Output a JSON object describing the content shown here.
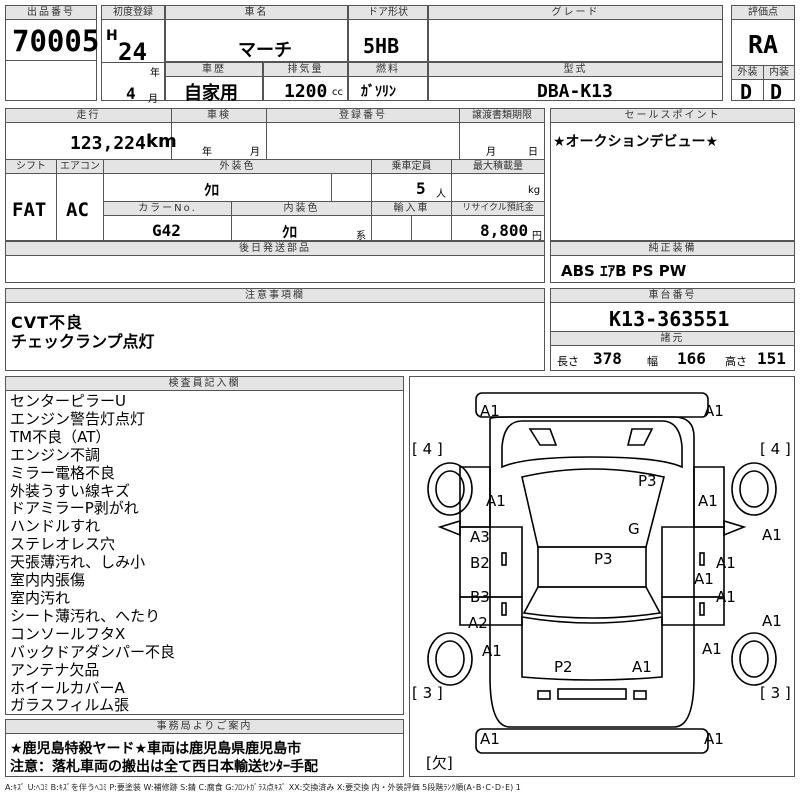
{
  "lot": {
    "label": "出品番号",
    "value": "70005"
  },
  "first_reg": {
    "label": "初度登録",
    "era": "H",
    "year": "24",
    "year_unit": "年",
    "month": "4",
    "month_unit": "月"
  },
  "car_name": {
    "label": "車名",
    "value": "マーチ"
  },
  "door": {
    "label": "ドア形状",
    "value": "5HB"
  },
  "grade": {
    "label": "グレード",
    "value": ""
  },
  "rating": {
    "label": "評価点",
    "value": "RA",
    "ext_label": "外装",
    "int_label": "内装",
    "ext": "D",
    "int": "D"
  },
  "history": {
    "label": "車歴",
    "value": "自家用"
  },
  "displacement": {
    "label": "排気量",
    "value": "1200",
    "unit": "cc"
  },
  "fuel": {
    "label": "燃料",
    "value": "ｶﾞｿﾘﾝ"
  },
  "model": {
    "label": "型式",
    "value": "DBA-K13"
  },
  "mileage": {
    "label": "走行",
    "value": "123,224",
    "unit": "km"
  },
  "inspection": {
    "label": "車検",
    "year_unit": "年",
    "month_unit": "月"
  },
  "plate": {
    "label": "登録番号",
    "value": ""
  },
  "transfer": {
    "label": "譲渡書類期限",
    "month_unit": "月",
    "day_unit": "日"
  },
  "sales_point": {
    "label": "セールスポイント",
    "value": "★オークションデビュー★"
  },
  "shift": {
    "label": "シフト",
    "value": "FAT"
  },
  "aircon": {
    "label": "エアコン",
    "value": "AC"
  },
  "ext_color": {
    "label": "外装色",
    "value": "ｸﾛ"
  },
  "capacity": {
    "label": "乗車定員",
    "value": "5",
    "unit": "人"
  },
  "max_load": {
    "label": "最大積載量",
    "unit": "kg"
  },
  "color_no": {
    "label": "カラーNo.",
    "value": "G42"
  },
  "int_color": {
    "label": "内装色",
    "value": "ｸﾛ",
    "unit": "系"
  },
  "import": {
    "label": "輸入車"
  },
  "recycle": {
    "label": "リサイクル預託金",
    "value": "8,800",
    "unit": "円"
  },
  "later_parts": {
    "label": "後日発送部品"
  },
  "equipment": {
    "label": "純正装備",
    "value": "ABS ｴｱB PS PW"
  },
  "notes": {
    "label": "注意事項欄",
    "lines": [
      "CVT不良",
      "チェックランプ点灯"
    ]
  },
  "chassis": {
    "label": "車台番号",
    "value": "K13-363551"
  },
  "specs": {
    "label": "諸元",
    "length_label": "長さ",
    "length": "378",
    "width_label": "幅",
    "width": "166",
    "height_label": "高さ",
    "height": "151"
  },
  "inspector": {
    "label": "検査員記入欄",
    "lines": [
      "センターピラーU",
      "エンジン警告灯点灯",
      "TM不良（AT）",
      "エンジン不調",
      "ミラー電格不良",
      "外装うすい線キズ",
      "ドアミラーP剥がれ",
      "ハンドルすれ",
      "ステレオレス穴",
      "天張薄汚れ、しみ小",
      "室内内張傷",
      "室内汚れ",
      "シート薄汚れ、へたり",
      "コンソールフタX",
      "バックドアダンパー不良",
      "アンテナ欠品",
      "ホイールカバーA",
      "ガラスフィルム張"
    ]
  },
  "office": {
    "label": "事務局よりご案内",
    "lines": [
      "★鹿児島特殺ヤード★車両は鹿児島県鹿児島市",
      "注意：落札車両の搬出は全て西日本輸送ｾﾝﾀｰ手配"
    ]
  },
  "diagram": {
    "marks": {
      "m1": "A1",
      "m2": "A1",
      "m3": "A1",
      "m4": "A1",
      "m5": "A3",
      "m6": "B2",
      "m7": "B3",
      "m8": "A2",
      "m9": "A1",
      "m10": "P2",
      "m11": "A1",
      "m12": "P3",
      "m13": "G",
      "m14": "P3",
      "m15": "A1",
      "m16": "A1",
      "m17": "A1",
      "m18": "A1",
      "m19": "A1",
      "m20": "A1",
      "m21": "A1",
      "m22": "A1"
    },
    "tire_fl": "[ 4 ]",
    "tire_fr": "[ 4 ]",
    "tire_rl": "[ 3 ]",
    "tire_rr": "[ 3 ]",
    "spare": "[欠]"
  },
  "legend": "A:ｷｽﾞ U:ﾍｺﾐ B:ｷｽﾞを伴うﾍｺﾐ P:要塗装 W:補修跡 S:錆 C:腐食 G:ﾌﾛﾝﾄｶﾞﾗｽ点ｷｽﾞ XX:交換済み X:要交換 内・外装評価 5段階ﾗﾝｸ順(A･B･C･D･E) 1"
}
